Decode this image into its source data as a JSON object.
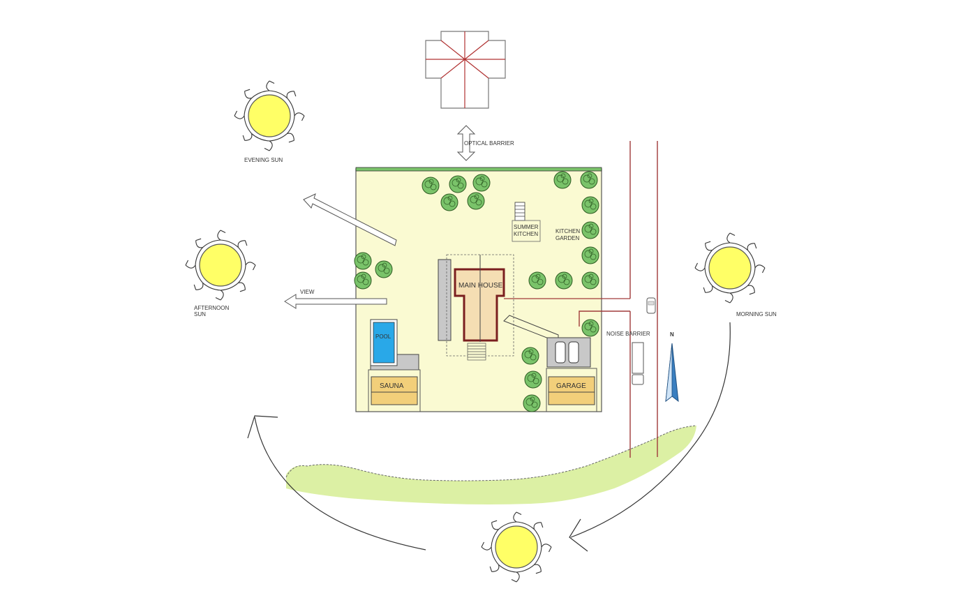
{
  "labels": {
    "optical_barrier": "OPTICAL BARRIER",
    "evening_sun": "EVENING SUN",
    "afternoon_sun_1": "AFTERNOON",
    "afternoon_sun_2": "SUN",
    "view": "VIEW",
    "morning_sun": "MORNING SUN",
    "main_house": "MAIN HOUSE",
    "summer_kitchen_1": "SUMMER",
    "summer_kitchen_2": "KITCHEN",
    "kitchen_garden_1": "KITCHEN",
    "kitchen_garden_2": "GARDEN",
    "noise_barrier": "NOISE BARRIER",
    "pool": "POOL",
    "sauna": "SAUNA",
    "garage": "GARAGE",
    "north": "N"
  },
  "colors": {
    "site_fill": "#fafad2",
    "sun_fill": "#ffff66",
    "pool_fill": "#29a8e8",
    "road_line": "#a03a3a",
    "hill_fill": "#dcf0a4",
    "house_fill": "#f5deb3",
    "house_wall": "#7a1f1f",
    "building_fill": "#f2cf7a",
    "tree_fill": "#7ac36a",
    "north_arrow": "#3a7fc0"
  }
}
